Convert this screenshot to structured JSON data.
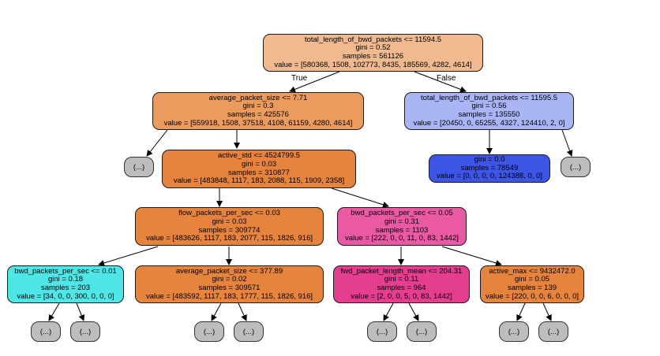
{
  "nodes": [
    {
      "id": "n0",
      "cond": "total_length_of_bwd_packets <= 11594.5",
      "gini": "gini = 0.52",
      "samples": "samples = 561126",
      "value": "value = [580368, 1508, 102773, 8435, 185569, 4282, 4614]",
      "color": "#f0b990"
    },
    {
      "id": "n1",
      "cond": "average_packet_size <= 7.71",
      "gini": "gini = 0.3",
      "samples": "samples = 425576",
      "value": "value = [559918, 1508, 37518, 4108, 61159, 4280, 4614]",
      "color": "#eb9b5d"
    },
    {
      "id": "n2",
      "cond": "total_length_of_bwd_packets <= 11595.5",
      "gini": "gini = 0.56",
      "samples": "samples = 135550",
      "value": "value = [20450, 0, 65255, 4327, 124410, 2, 0]",
      "color": "#aab5f5"
    },
    {
      "id": "n3",
      "cond": "active_std <= 4524799.5",
      "gini": "gini = 0.03",
      "samples": "samples = 310877",
      "value": "value = [483848, 1117, 183, 2088, 115, 1909, 2358]",
      "color": "#e6843e"
    },
    {
      "id": "n4",
      "cond": "",
      "gini": "gini = 0.0",
      "samples": "samples = 78549",
      "value": "value = [0, 0, 0, 0, 124388, 0, 0]",
      "color": "#3c55e6"
    },
    {
      "id": "n5",
      "cond": "flow_packets_per_sec <= 0.03",
      "gini": "gini = 0.03",
      "samples": "samples = 309774",
      "value": "value = [483626, 1117, 183, 2077, 115, 1826, 916]",
      "color": "#e6843e"
    },
    {
      "id": "n6",
      "cond": "bwd_packets_per_sec <= 0.05",
      "gini": "gini = 0.31",
      "samples": "samples = 1103",
      "value": "value = [222, 0, 0, 11, 0, 83, 1442]",
      "color": "#ea5aa4"
    },
    {
      "id": "n7",
      "cond": "bwd_packets_per_sec <= 0.01",
      "gini": "gini = 0.18",
      "samples": "samples = 203",
      "value": "value = [34, 0, 0, 300, 0, 0, 0]",
      "color": "#4ee6e6"
    },
    {
      "id": "n8",
      "cond": "average_packet_size <= 377.89",
      "gini": "gini = 0.02",
      "samples": "samples = 309571",
      "value": "value = [483592, 1117, 183, 1777, 115, 1826, 916]",
      "color": "#e6843e"
    },
    {
      "id": "n9",
      "cond": "fwd_packet_length_mean <= 204.31",
      "gini": "gini = 0.11",
      "samples": "samples = 964",
      "value": "value = [2, 0, 0, 5, 0, 83, 1442]",
      "color": "#e53d90"
    },
    {
      "id": "n10",
      "cond": "active_max <= 9432472.0",
      "gini": "gini = 0.05",
      "samples": "samples = 139",
      "value": "value = [220, 0, 0, 6, 0, 0, 0]",
      "color": "#e6843e"
    }
  ],
  "leaf_label": "(...)",
  "edge_labels": {
    "true": "True",
    "false": "False"
  }
}
